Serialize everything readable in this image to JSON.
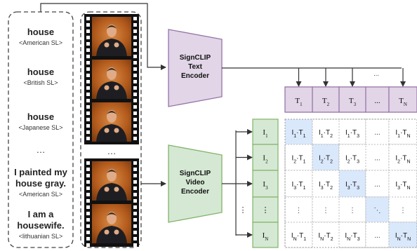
{
  "text_panel": {
    "items": [
      {
        "title": "house",
        "lang": "<American SL>"
      },
      {
        "title": "house",
        "lang": "<British SL>"
      },
      {
        "title": "house",
        "lang": "<Japanese SL>"
      },
      {
        "title": "I painted my house gray.",
        "title_lines": [
          "I painted my",
          "house gray."
        ],
        "lang": "<American SL>"
      },
      {
        "title": "I am a housewife.",
        "title_lines": [
          "I am a",
          "housewife."
        ],
        "lang": "<lithuanian SL>"
      }
    ],
    "ellipsis": "…"
  },
  "video_panel": {
    "frame_count": 5,
    "ellipsis": "…"
  },
  "text_encoder": {
    "line1": "SignCLIP",
    "line2": "Text",
    "line3": "Encoder",
    "color": "#e1d5e7",
    "stroke": "#9673a6"
  },
  "video_encoder": {
    "line1": "SignCLIP",
    "line2": "Video",
    "line3": "Encoder",
    "color": "#d5e8d4",
    "stroke": "#82b366"
  },
  "text_tokens": {
    "labels": [
      {
        "base": "T",
        "sub": "1"
      },
      {
        "base": "T",
        "sub": "2"
      },
      {
        "base": "T",
        "sub": "3"
      },
      {
        "base": "...",
        "sub": ""
      },
      {
        "base": "T",
        "sub": "N"
      }
    ],
    "top_ellipsis": "..."
  },
  "video_tokens": {
    "labels": [
      {
        "base": "I",
        "sub": "1"
      },
      {
        "base": "I",
        "sub": "2"
      },
      {
        "base": "I",
        "sub": "3"
      },
      {
        "base": "⋮",
        "sub": ""
      },
      {
        "base": "I",
        "sub": "N"
      }
    ],
    "left_ellipsis": "⋮"
  },
  "matrix": {
    "highlight_color": "#dae8fc",
    "rows": [
      [
        {
          "t": "dot",
          "i": "1",
          "j": "1"
        },
        {
          "t": "dot",
          "i": "1",
          "j": "2"
        },
        {
          "t": "dot",
          "i": "1",
          "j": "3"
        },
        {
          "t": "txt",
          "v": "..."
        },
        {
          "t": "dot",
          "i": "1",
          "j": "N"
        }
      ],
      [
        {
          "t": "dot",
          "i": "2",
          "j": "1"
        },
        {
          "t": "dot",
          "i": "2",
          "j": "2"
        },
        {
          "t": "dot",
          "i": "2",
          "j": "3"
        },
        {
          "t": "txt",
          "v": "..."
        },
        {
          "t": "dot",
          "i": "2",
          "j": "N"
        }
      ],
      [
        {
          "t": "dot",
          "i": "3",
          "j": "1"
        },
        {
          "t": "dot",
          "i": "3",
          "j": "2"
        },
        {
          "t": "dot",
          "i": "3",
          "j": "3"
        },
        {
          "t": "txt",
          "v": "..."
        },
        {
          "t": "dot",
          "i": "3",
          "j": "N"
        }
      ],
      [
        {
          "t": "txt",
          "v": "⋮"
        },
        {
          "t": "txt",
          "v": "⋮"
        },
        {
          "t": "txt",
          "v": "⋮"
        },
        {
          "t": "txt",
          "v": "⋱"
        },
        {
          "t": "txt",
          "v": "⋮"
        }
      ],
      [
        {
          "t": "dot",
          "i": "N",
          "j": "1"
        },
        {
          "t": "dot",
          "i": "N",
          "j": "2"
        },
        {
          "t": "dot",
          "i": "N",
          "j": "3"
        },
        {
          "t": "txt",
          "v": "..."
        },
        {
          "t": "dot",
          "i": "N",
          "j": "N"
        }
      ]
    ]
  }
}
